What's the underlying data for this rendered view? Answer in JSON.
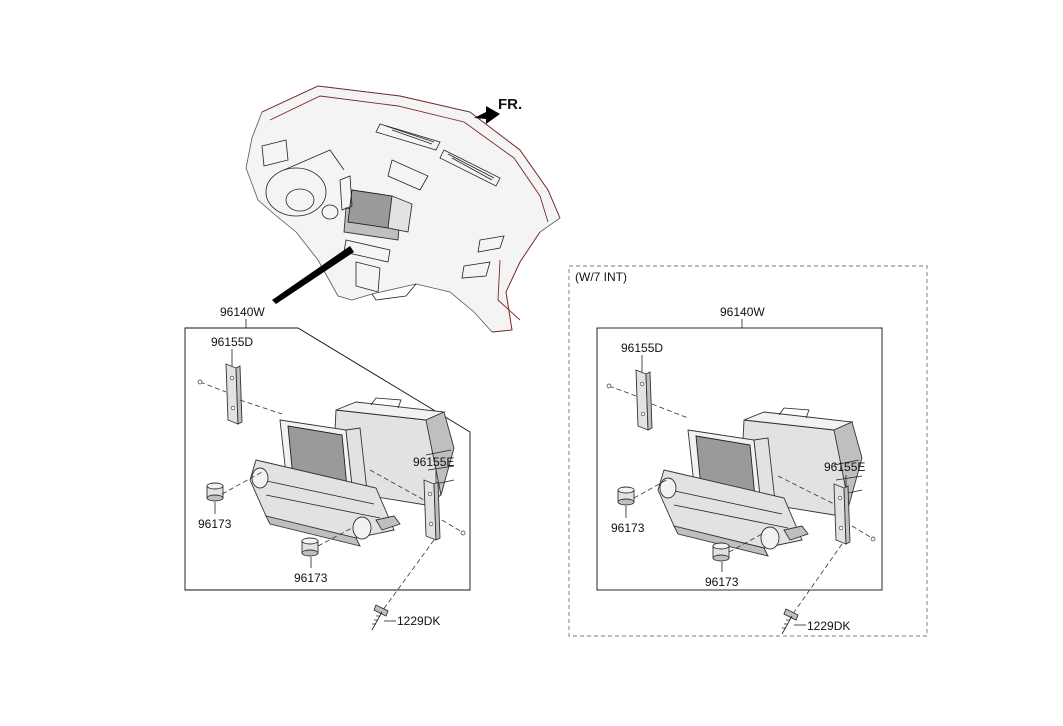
{
  "direction": {
    "label": "FR."
  },
  "variant_box": {
    "label": "(W/7 INT)"
  },
  "left_group": {
    "assembly_label": "96140W",
    "bracket_left_label": "96155D",
    "bracket_right_label": "96155E",
    "knob_upper_label": "96173",
    "knob_lower_label": "96173",
    "screw_label": "1229DK"
  },
  "right_group": {
    "assembly_label": "96140W",
    "bracket_left_label": "96155D",
    "bracket_right_label": "96155E",
    "knob_upper_label": "96173",
    "knob_lower_label": "96173",
    "screw_label": "1229DK"
  }
}
